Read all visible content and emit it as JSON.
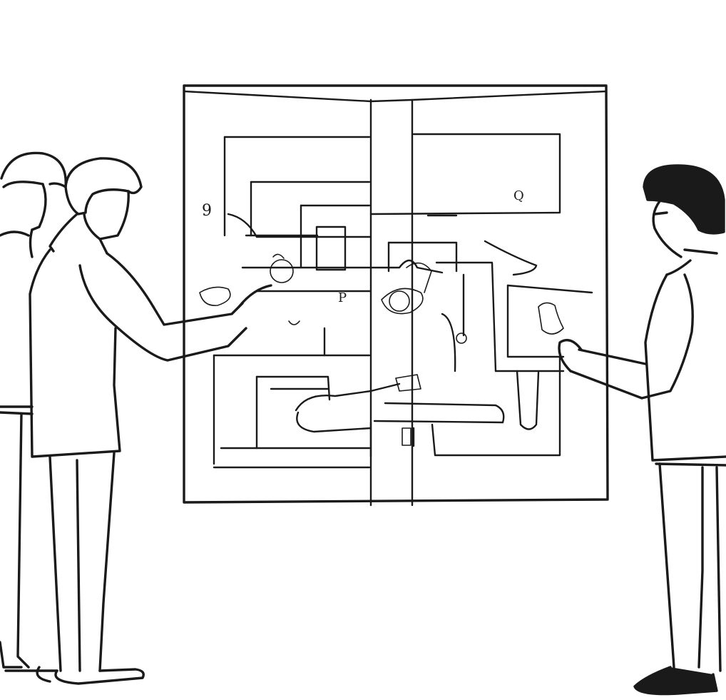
{
  "illustration": {
    "style": "pencil line drawing",
    "colors": {
      "ink": "#1a1a1a",
      "background": "#ffffff"
    },
    "figures": [
      "person-left-back",
      "person-left-front",
      "person-right"
    ],
    "board_glyphs": {
      "a": "9",
      "b": "P",
      "c": "Q"
    }
  }
}
